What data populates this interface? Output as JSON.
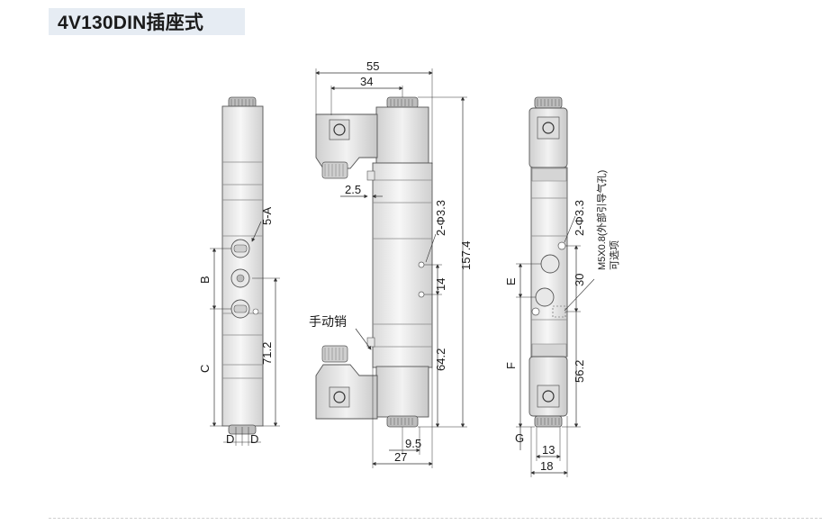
{
  "title": "4V130DIN插座式",
  "left_view": {
    "label_5a": "5-A",
    "label_b": "B",
    "label_c": "C",
    "label_712": "71.2",
    "label_d1": "D",
    "label_d2": "D"
  },
  "middle_view": {
    "dim_55": "55",
    "dim_34": "34",
    "dim_25": "2.5",
    "dim_hole": "2-Φ3.3",
    "dim_1574": "157.4",
    "dim_14": "14",
    "dim_642": "64.2",
    "dim_95": "9.5",
    "dim_27": "27",
    "manual_pin": "手动销"
  },
  "right_view": {
    "dim_hole": "2-Φ3.3",
    "port_note": "M5X0.8(外部引导气孔)",
    "optional_note": "可选项",
    "label_e": "E",
    "label_f": "F",
    "label_g": "G",
    "dim_30": "30",
    "dim_562": "56.2",
    "dim_13": "13",
    "dim_18": "18"
  }
}
